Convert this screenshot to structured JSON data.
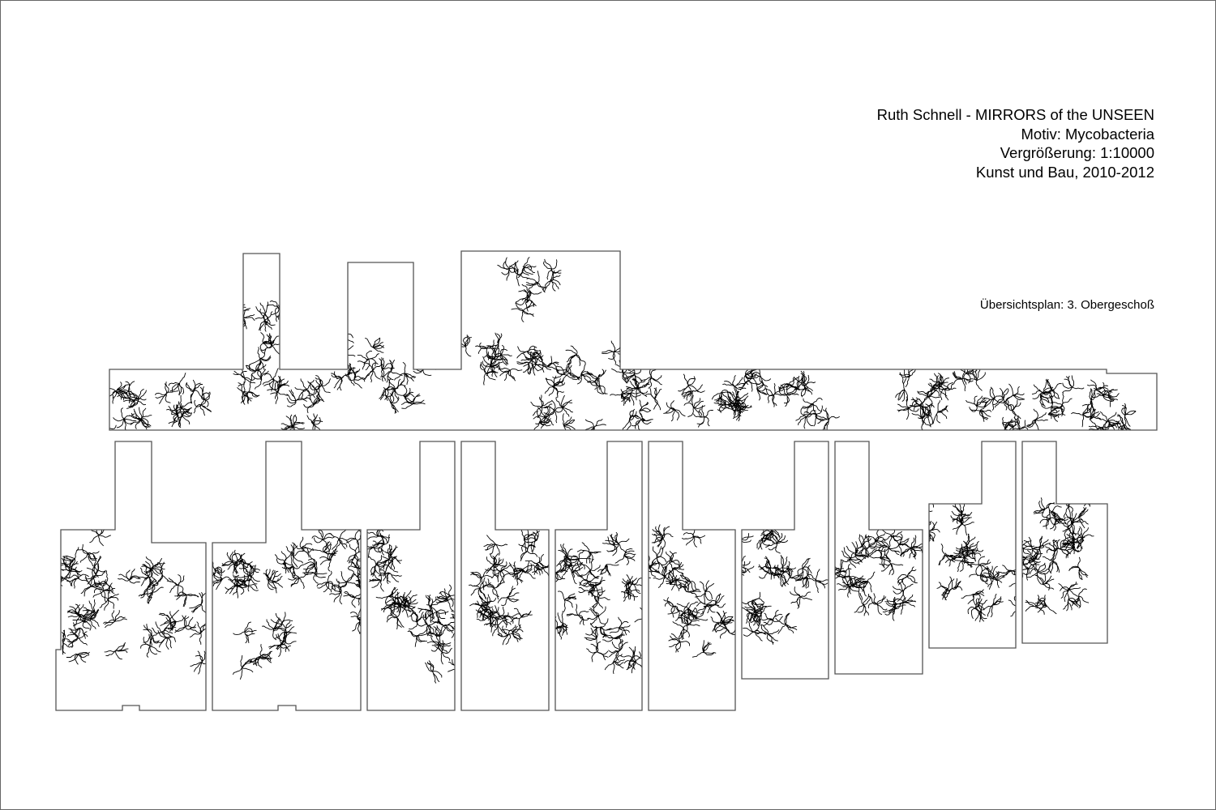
{
  "title_block": {
    "line1": "Ruth Schnell - MIRRORS of the UNSEEN",
    "line2": "Motiv: Mycobacteria",
    "line3": "Vergrößerung: 1:10000",
    "line4": "Kunst und Bau, 2010-2012"
  },
  "plan_label": "Übersichtsplan: 3. Obergeschoß",
  "colors": {
    "outline": "#555555",
    "bacteria": "#000000"
  }
}
